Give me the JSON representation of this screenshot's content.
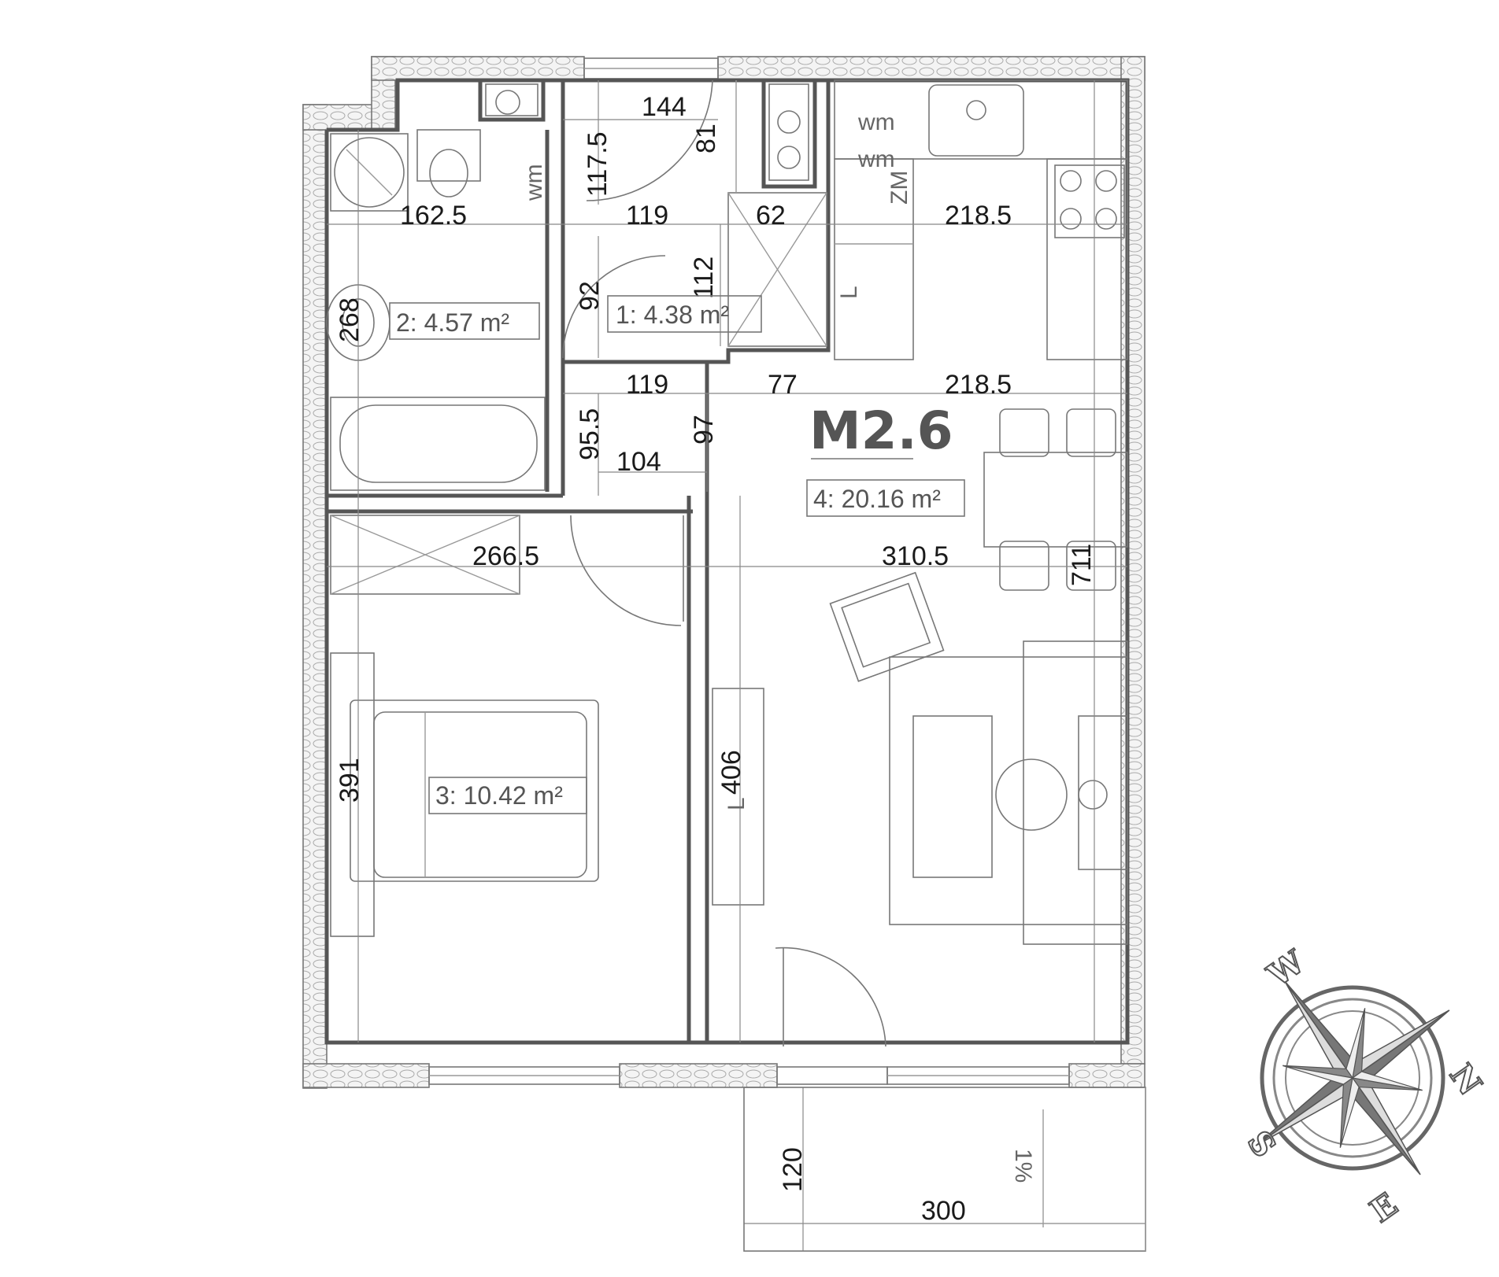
{
  "plan": {
    "unit_name": "M2.6",
    "rooms": [
      {
        "id": "room-1",
        "label": "1: 4.38 m²"
      },
      {
        "id": "room-2",
        "label": "2: 4.57 m²"
      },
      {
        "id": "room-3",
        "label": "3: 10.42 m²"
      },
      {
        "id": "room-4",
        "label": "4: 20.16 m²"
      }
    ],
    "dimensions": {
      "d144": "144",
      "d81": "81",
      "d117_5": "117.5",
      "d162_5": "162.5",
      "d119_top": "119",
      "d62": "62",
      "d218_5_top": "218.5",
      "d112": "112",
      "d92": "92",
      "d268": "268",
      "d119_mid": "119",
      "d77": "77",
      "d218_5_mid": "218.5",
      "d95_5": "95.5",
      "d97": "97",
      "d104": "104",
      "d266_5": "266.5",
      "d310_5": "310.5",
      "d711": "711",
      "d391": "391",
      "d406": "406",
      "d120": "120",
      "d300": "300"
    },
    "labels": {
      "wm1": "wm",
      "wm2": "wm",
      "wm3": "wm",
      "zm": "ZM",
      "l1": "L",
      "l2": "L",
      "slope": "1%"
    },
    "compass": {
      "n": "N",
      "e": "E",
      "s": "S",
      "w": "W"
    }
  }
}
